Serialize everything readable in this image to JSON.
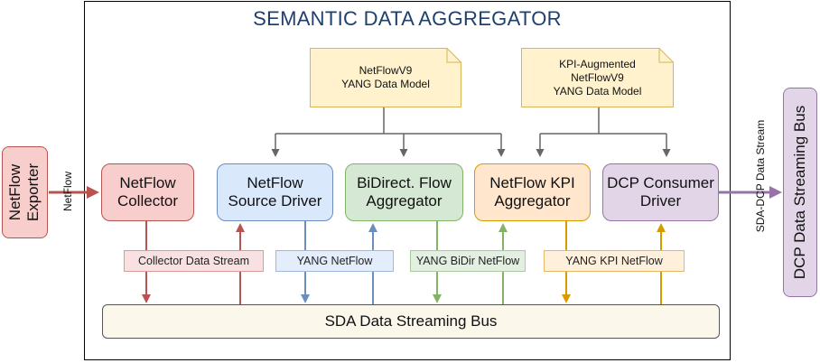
{
  "title": "SEMANTIC DATA AGGREGATOR",
  "exporter": {
    "label": "NetFlow\nExporter",
    "color": "#f8cecc",
    "border": "#b85450"
  },
  "netflow_edge_label": "NetFlow",
  "sda_dcp_label": "SDA-DCP Data Stream",
  "dcp_bus": {
    "label": "DCP Data Streaming Bus",
    "color": "#e1d5e7",
    "border": "#9673a6"
  },
  "notes": {
    "netflowv9": "NetFlowV9\nYANG Data Model",
    "kpi": "KPI-Augmented\nNetFlowV9\nYANG Data Model",
    "color": "#fff2cc",
    "border": "#d6b656"
  },
  "components": [
    {
      "id": "collector",
      "label": "NetFlow\nCollector",
      "fill": "#f8cecc",
      "border": "#b85450"
    },
    {
      "id": "source-driver",
      "label": "NetFlow\nSource Driver",
      "fill": "#dae8fc",
      "border": "#6c8ebf"
    },
    {
      "id": "bidir",
      "label": "BiDirect. Flow\nAggregator",
      "fill": "#d5e8d4",
      "border": "#82b366"
    },
    {
      "id": "kpi",
      "label": "NetFlow KPI\nAggregator",
      "fill": "#ffe6cc",
      "border": "#d79b00"
    },
    {
      "id": "dcp-consumer",
      "label": "DCP Consumer\nDriver",
      "fill": "#e1d5e7",
      "border": "#9673a6"
    }
  ],
  "streams": [
    {
      "id": "collector",
      "label": "Collector Data Stream",
      "fill": "#f8e1e0",
      "border": "#d99a98"
    },
    {
      "id": "netflow",
      "label": "YANG NetFlow",
      "fill": "#e3edfb",
      "border": "#9fb9dd"
    },
    {
      "id": "bidir",
      "label": "YANG BiDir NetFlow",
      "fill": "#e3f0e1",
      "border": "#a8cc9d"
    },
    {
      "id": "kpi",
      "label": "YANG KPI NetFlow",
      "fill": "#fff0dc",
      "border": "#e8b766"
    }
  ],
  "sda_bus": {
    "label": "SDA Data Streaming Bus",
    "fill": "#fbf7ea",
    "border": "#555555"
  },
  "arrow_colors": {
    "red": "#b85450",
    "blue": "#6c8ebf",
    "green": "#82b366",
    "orange": "#d79b00",
    "purple": "#9673a6",
    "gray": "#666666"
  }
}
